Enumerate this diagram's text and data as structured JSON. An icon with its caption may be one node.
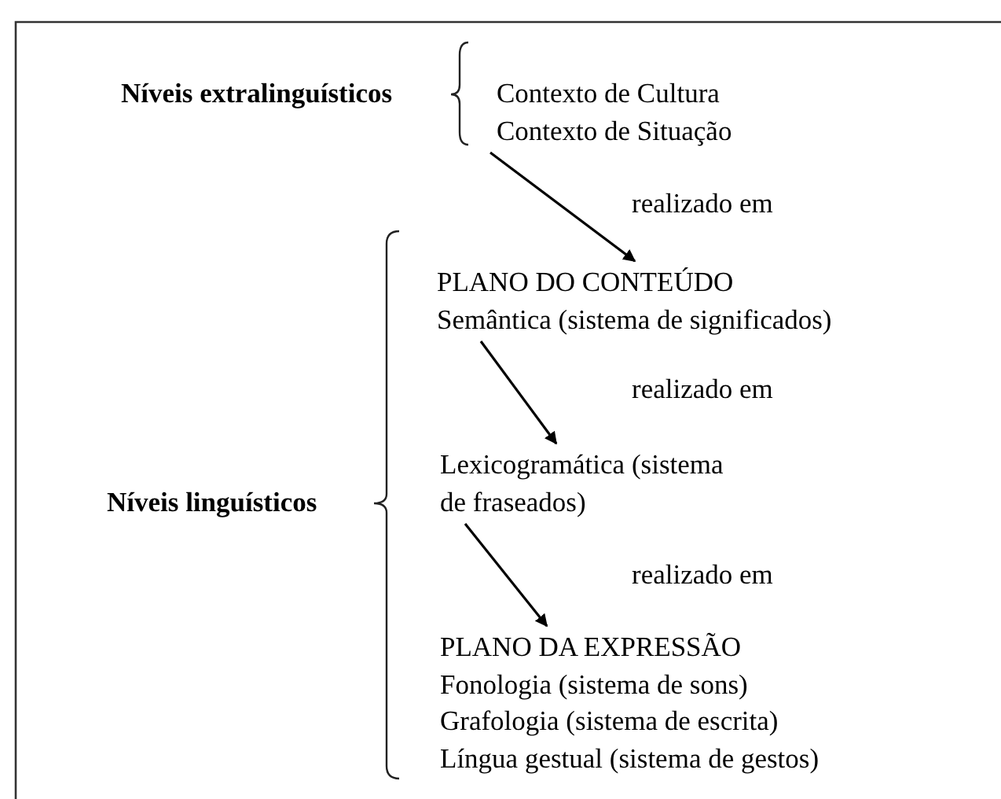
{
  "diagram": {
    "nodes": [
      {
        "text": [
          "Níveis extralinguísticos"
        ]
      },
      {
        "text": [
          "Contexto de Cultura",
          "Contexto de Situação"
        ]
      },
      {
        "text": [
          "PLANO DO CONTEÚDO",
          "Semântica (sistema de significados)"
        ]
      },
      {
        "text": [
          "Lexicogramática (sistema de fraseados)"
        ]
      },
      {
        "text": [
          "PLANO DA EXPRESSÃO",
          "Fonologia (sistema de sons)",
          "Grafologia (sistema de escrita)",
          "Língua gestual (sistema de gestos)"
        ]
      },
      {
        "text": [
          "Níveis linguísticos"
        ]
      }
    ],
    "edges": [
      {
        "from": 1,
        "to": 2,
        "arrow": "to",
        "label": "realizado em"
      },
      {
        "from": 2,
        "to": 3,
        "arrow": "to",
        "label": "realizado em"
      },
      {
        "from": 3,
        "to": 4,
        "arrow": "to",
        "label": "realizado em"
      }
    ]
  }
}
